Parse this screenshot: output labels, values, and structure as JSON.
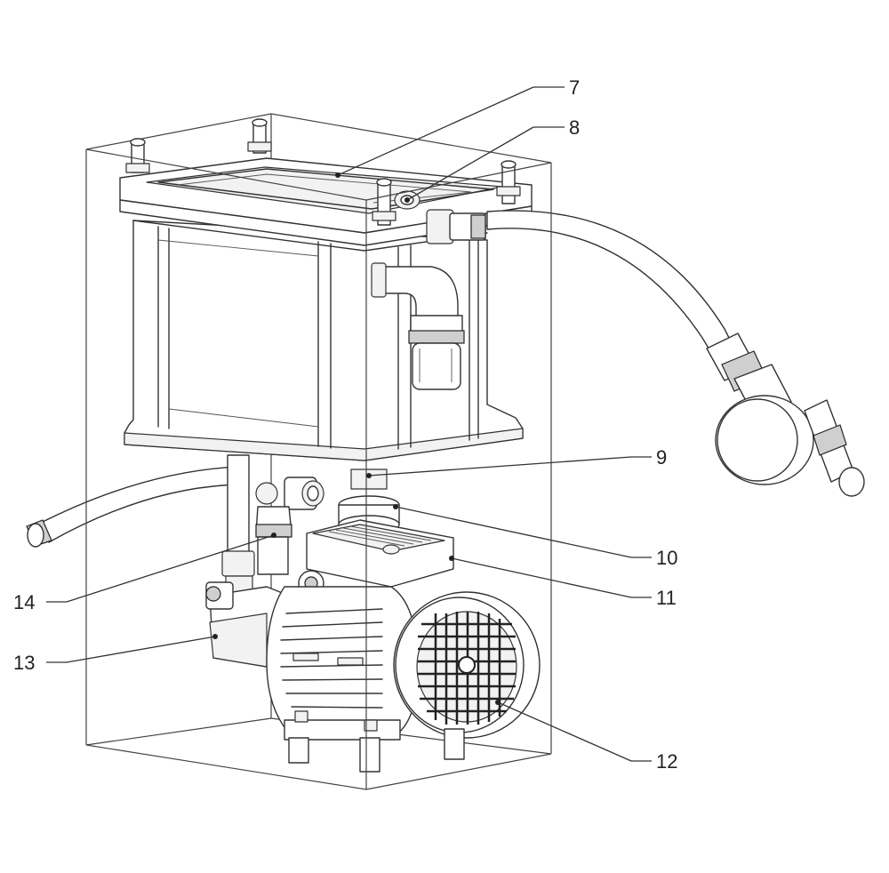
{
  "figure": {
    "callouts": [
      {
        "id": "7",
        "label": "7"
      },
      {
        "id": "8",
        "label": "8"
      },
      {
        "id": "9",
        "label": "9"
      },
      {
        "id": "10",
        "label": "10"
      },
      {
        "id": "11",
        "label": "11"
      },
      {
        "id": "12",
        "label": "12"
      },
      {
        "id": "13",
        "label": "13"
      },
      {
        "id": "14",
        "label": "14"
      }
    ],
    "colors": {
      "line": "#333333",
      "fill": "#ffffff",
      "shade": "#f2f2f2",
      "background": "#ffffff"
    }
  }
}
